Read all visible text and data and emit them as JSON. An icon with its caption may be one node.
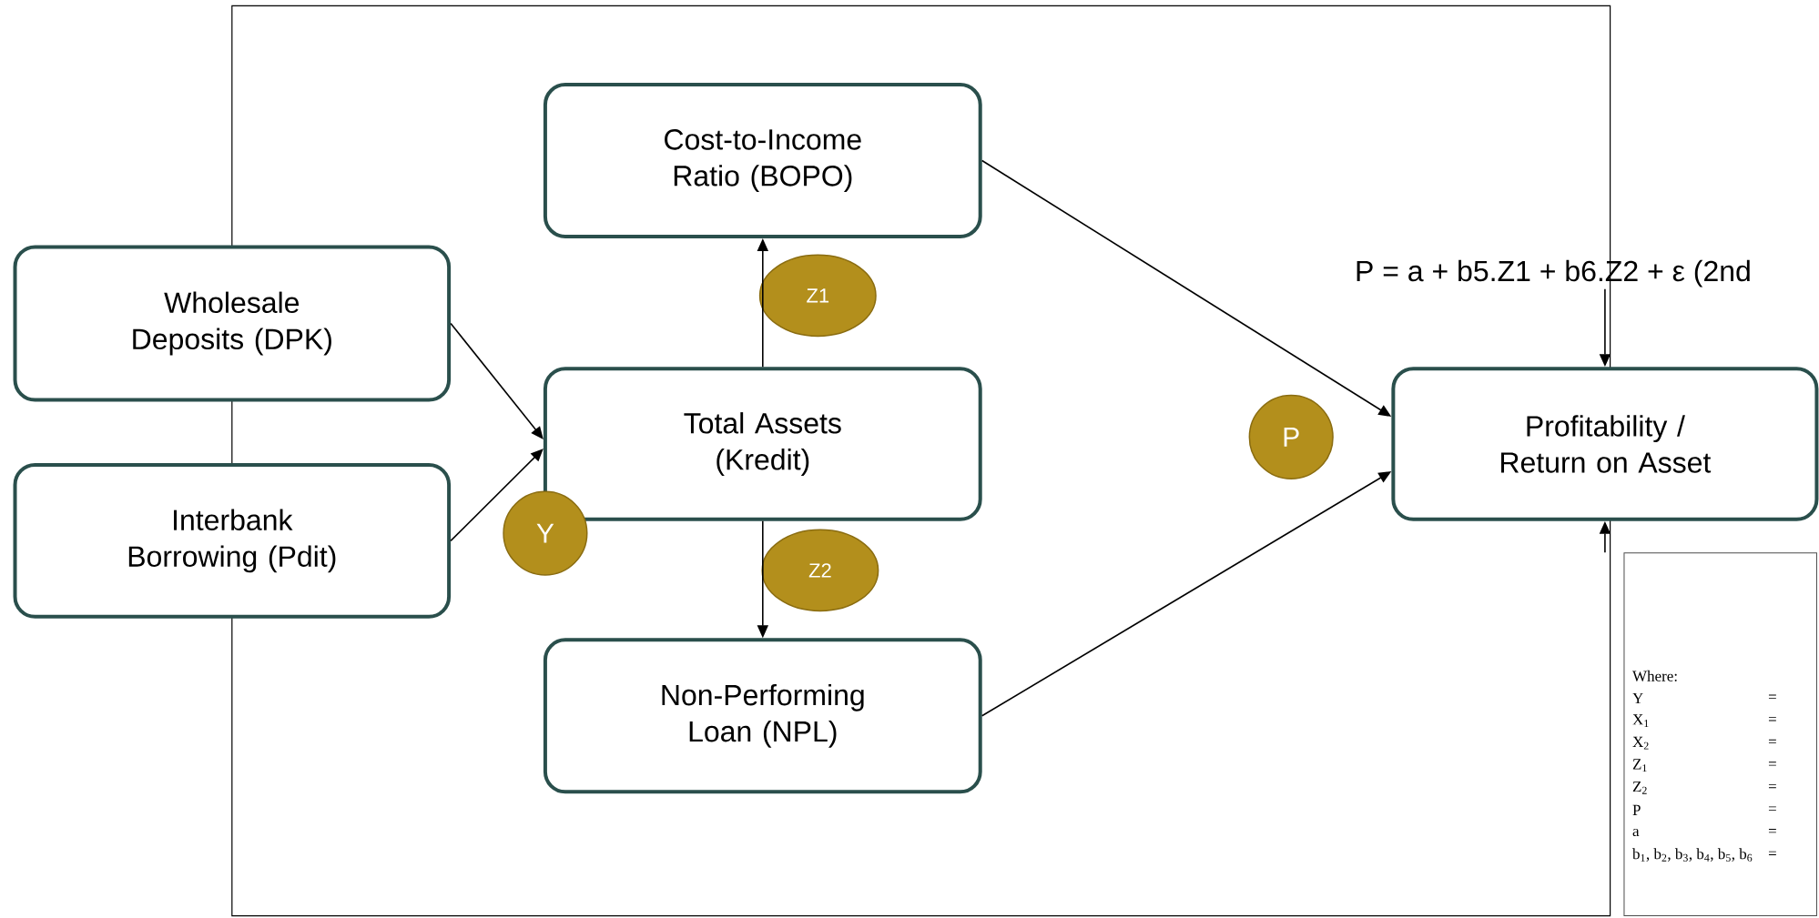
{
  "diagram": {
    "nodes": [
      {
        "text": [
          "Wholesale Deposits (DPK)"
        ]
      },
      {
        "text": [
          "Interbank Borrowing (Pdit)"
        ]
      },
      {
        "text": [
          "Cost-to-Income Ratio (BOPO)"
        ]
      },
      {
        "text": [
          "Total Assets (Kredit)"
        ]
      },
      {
        "text": [
          "Non-Performing Loan (NPL)"
        ]
      },
      {
        "text": [
          "Z1"
        ]
      },
      {
        "text": [
          "Z2"
        ]
      },
      {
        "text": [
          "Y"
        ]
      },
      {
        "text": [
          "P"
        ]
      },
      {
        "text": [
          "P = a + b5.Z1 + b6.Z2 + ε (2nd"
        ]
      },
      {
        "text": [
          "Profitability / Return on Asset"
        ]
      },
      {
        "text": [
          "Where:",
          "Y",
          "=",
          "X$_{1}$",
          "=",
          "X$_{2}$",
          "=",
          "Z$_{1}$",
          "=",
          "Z$_{2}$",
          "=",
          "P",
          "=",
          "a",
          "=",
          "b$_{1}$, b$_{2}$, b$_{3}$, b$_{4}$, b$_{5}$, b$_{6}$",
          "="
        ]
      }
    ],
    "edges": [
      {
        "from": 0,
        "to": 3,
        "arrow": "to"
      },
      {
        "from": 1,
        "to": 3,
        "arrow": "to"
      },
      {
        "from": 3,
        "to": 2,
        "arrow": "to"
      },
      {
        "from": 3,
        "to": 4,
        "arrow": "to"
      },
      {
        "from": 2,
        "to": 10,
        "arrow": "to"
      },
      {
        "from": 4,
        "to": 10,
        "arrow": "to"
      },
      {
        "from": 9,
        "to": 10,
        "arrow": "to"
      },
      {
        "from": 11,
        "to": 10,
        "arrow": "to"
      }
    ]
  }
}
